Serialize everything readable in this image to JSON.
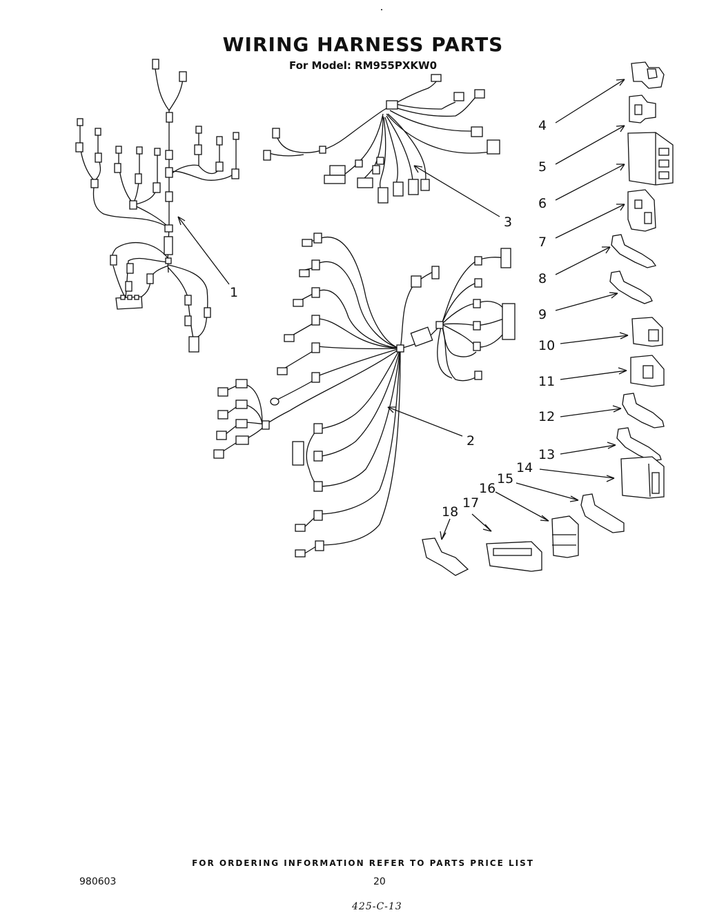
{
  "title": "WIRING HARNESS PARTS",
  "subtitle": "For Model: RM955PXKW0",
  "callouts": [
    "1",
    "2",
    "3",
    "4",
    "5",
    "6",
    "7",
    "8",
    "9",
    "10",
    "11",
    "12",
    "13",
    "14",
    "15",
    "16",
    "17",
    "18"
  ],
  "footer": "FOR ORDERING INFORMATION REFER TO PARTS PRICE LIST",
  "doc_number": "980603",
  "page_number": "20",
  "handwritten_note": "425-C-13"
}
